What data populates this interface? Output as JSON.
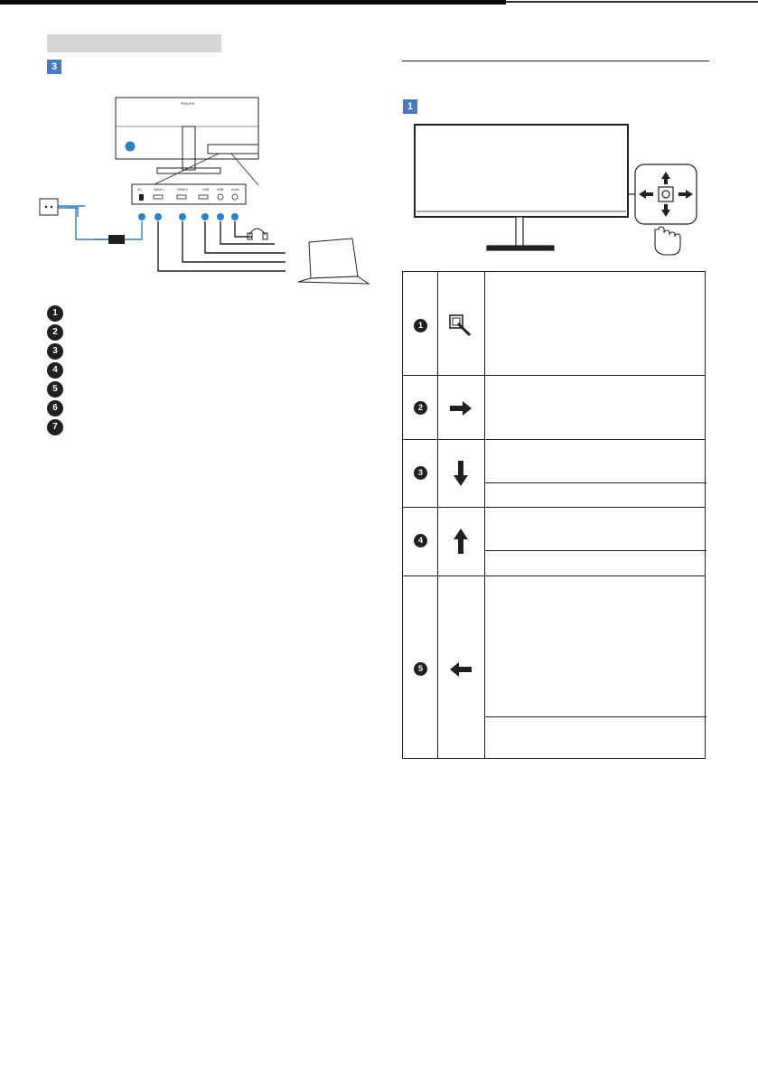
{
  "header": {
    "steps": {
      "connect": "3",
      "controls": "1"
    }
  },
  "connection_diagram": {
    "brand": "PHILIPS",
    "port_labels": [
      "DC",
      "HDMI 1",
      "HDMI 2",
      "USB",
      "USB",
      "Audio"
    ]
  },
  "legend": {
    "numbers": [
      "1",
      "2",
      "3",
      "4",
      "5",
      "6",
      "7"
    ]
  },
  "controls_table": {
    "rows": [
      {
        "num": "1",
        "icon": "press-button-icon"
      },
      {
        "num": "2",
        "icon": "arrow-right-icon"
      },
      {
        "num": "3",
        "icon": "arrow-down-icon"
      },
      {
        "num": "4",
        "icon": "arrow-up-icon"
      },
      {
        "num": "5",
        "icon": "arrow-left-icon"
      }
    ]
  },
  "colors": {
    "accent": "#4c79b7",
    "cable": "#2f7fc1",
    "text": "#231f20"
  }
}
